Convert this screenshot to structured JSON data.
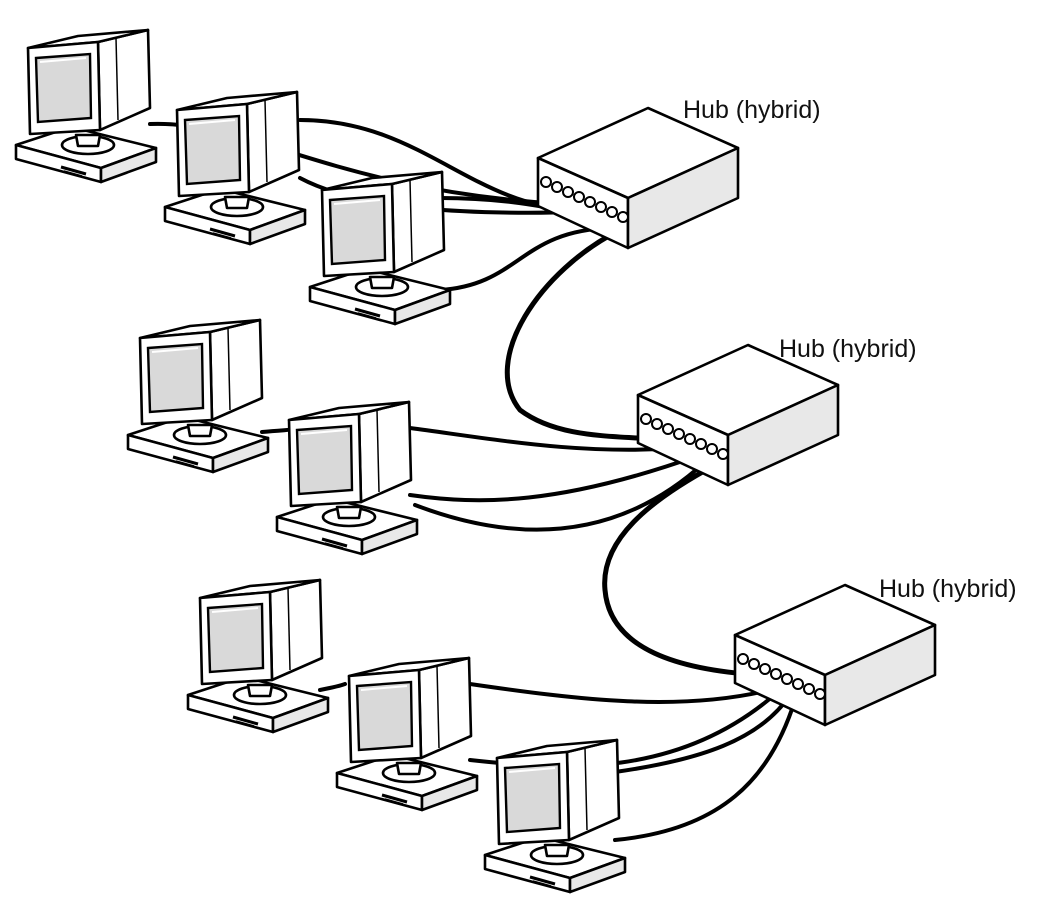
{
  "diagram": {
    "hubs": [
      {
        "id": "hub-1",
        "label": "Hub (hybrid)"
      },
      {
        "id": "hub-2",
        "label": "Hub (hybrid)"
      },
      {
        "id": "hub-3",
        "label": "Hub (hybrid)"
      }
    ],
    "workstations": [
      {
        "id": "pc-1",
        "hub": "hub-1"
      },
      {
        "id": "pc-2",
        "hub": "hub-1"
      },
      {
        "id": "pc-3",
        "hub": "hub-1"
      },
      {
        "id": "pc-4",
        "hub": "hub-2"
      },
      {
        "id": "pc-5",
        "hub": "hub-2"
      },
      {
        "id": "pc-6",
        "hub": "hub-3"
      },
      {
        "id": "pc-7",
        "hub": "hub-3"
      },
      {
        "id": "pc-8",
        "hub": "hub-3"
      }
    ],
    "uplinks": [
      {
        "from": "hub-1",
        "to": "hub-2"
      },
      {
        "from": "hub-2",
        "to": "hub-3"
      }
    ]
  }
}
